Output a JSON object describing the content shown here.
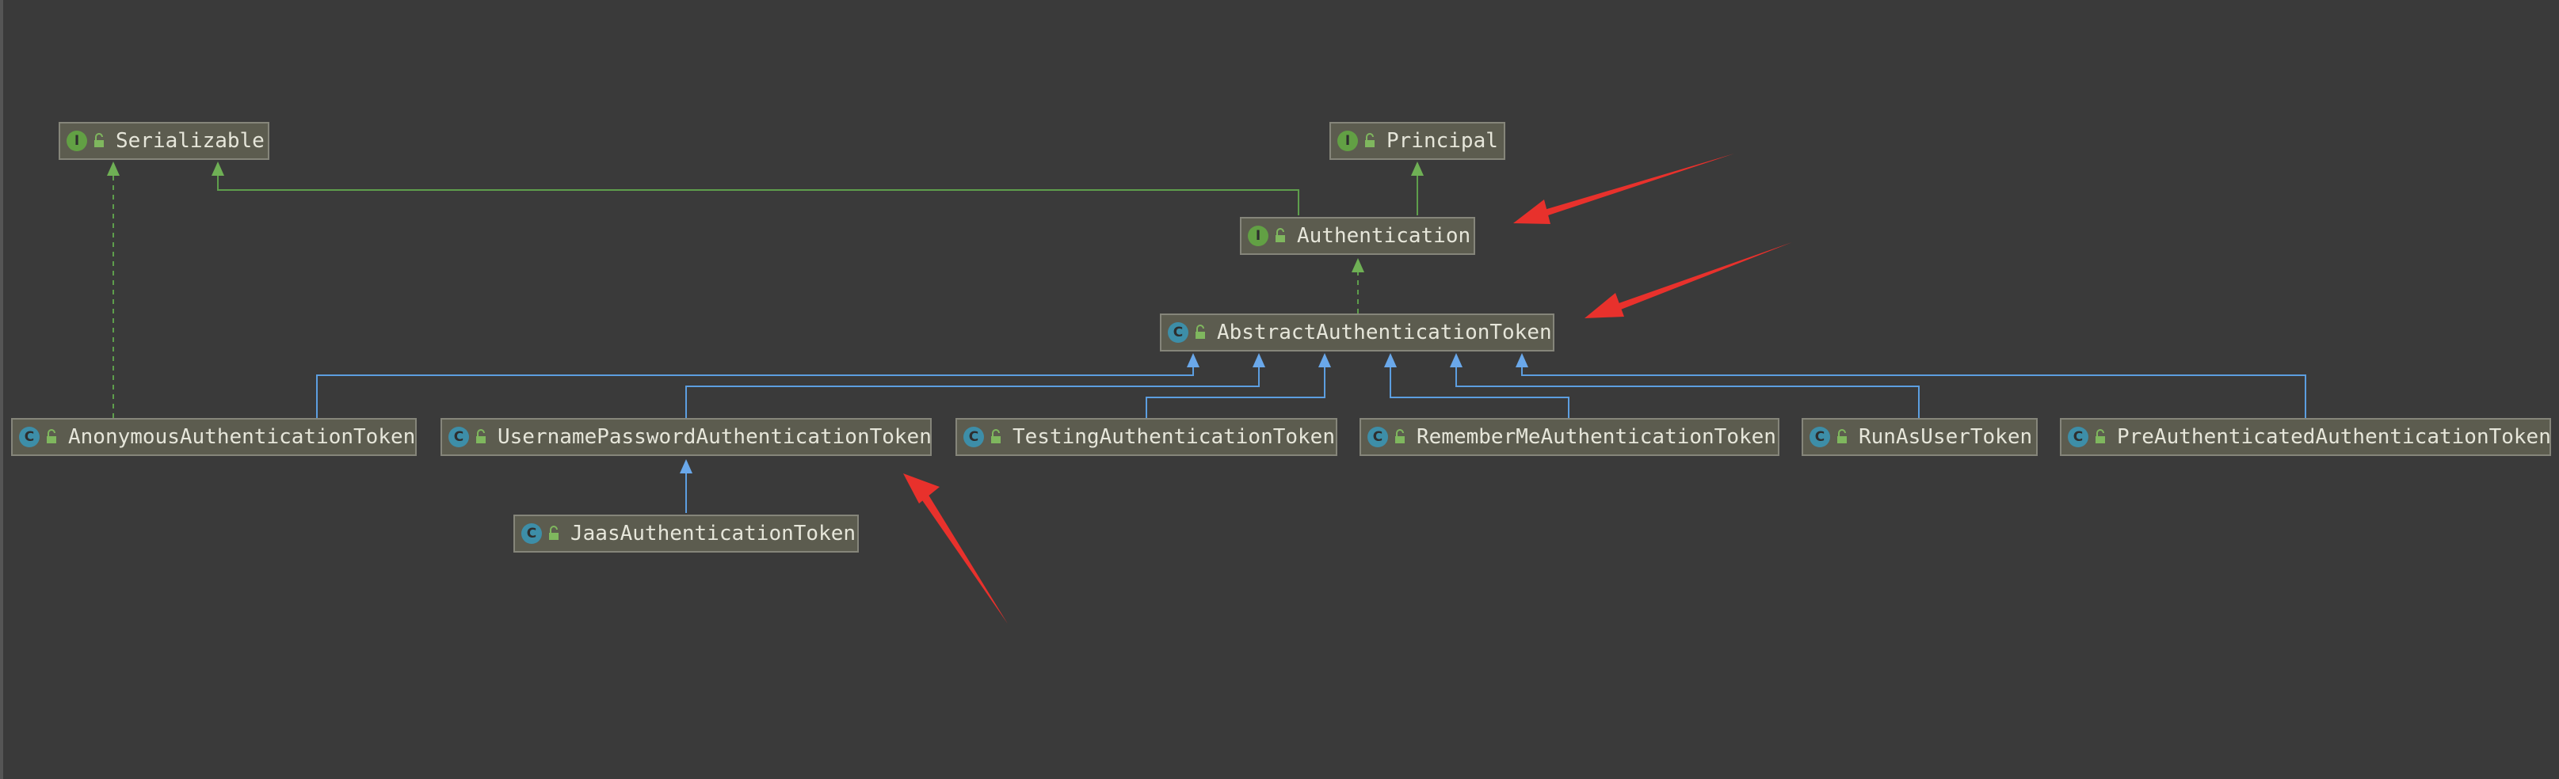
{
  "diagram": {
    "nodes": {
      "serializable": {
        "name": "Serializable",
        "kind": "interface",
        "kind_letter": "I"
      },
      "principal": {
        "name": "Principal",
        "kind": "interface",
        "kind_letter": "I"
      },
      "authentication": {
        "name": "Authentication",
        "kind": "interface",
        "kind_letter": "I"
      },
      "abstract_token": {
        "name": "AbstractAuthenticationToken",
        "kind": "class",
        "kind_letter": "C"
      },
      "anonymous_token": {
        "name": "AnonymousAuthenticationToken",
        "kind": "class",
        "kind_letter": "C"
      },
      "username_password_token": {
        "name": "UsernamePasswordAuthenticationToken",
        "kind": "class",
        "kind_letter": "C"
      },
      "testing_token": {
        "name": "TestingAuthenticationToken",
        "kind": "class",
        "kind_letter": "C"
      },
      "remember_me_token": {
        "name": "RememberMeAuthenticationToken",
        "kind": "class",
        "kind_letter": "C"
      },
      "run_as_user_token": {
        "name": "RunAsUserToken",
        "kind": "class",
        "kind_letter": "C"
      },
      "pre_authenticated_token": {
        "name": "PreAuthenticatedAuthenticationToken",
        "kind": "class",
        "kind_letter": "C"
      },
      "jaas_token": {
        "name": "JaasAuthenticationToken",
        "kind": "class",
        "kind_letter": "C"
      }
    },
    "colors": {
      "extends_edge": "#5c9ee0",
      "implements_edge": "#5e9e4c",
      "highlight_arrow": "#e8312c"
    }
  }
}
